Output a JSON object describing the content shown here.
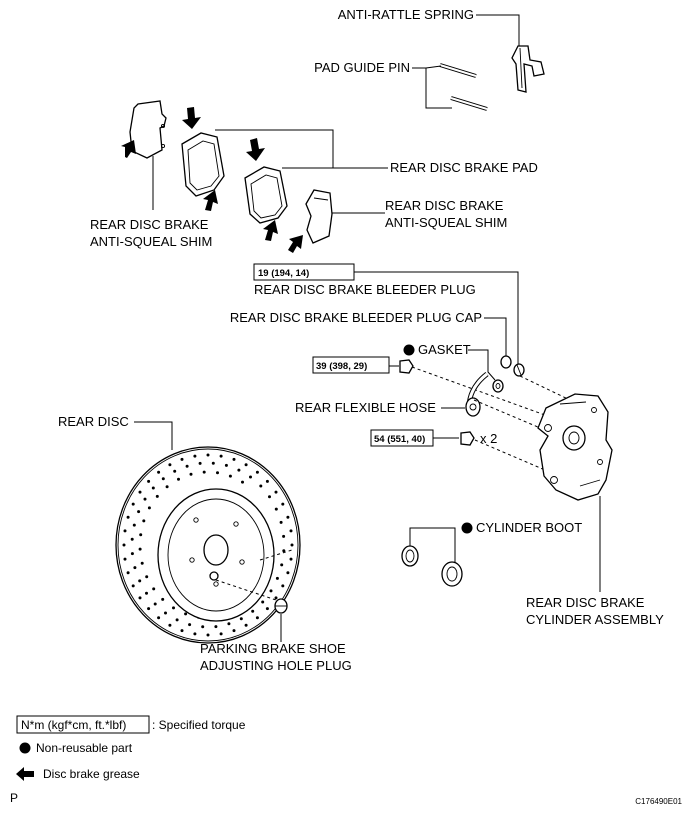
{
  "labels": {
    "anti_rattle_spring": "ANTI-RATTLE SPRING",
    "pad_guide_pin": "PAD GUIDE PIN",
    "rear_disc_brake_pad": "REAR DISC BRAKE PAD",
    "shim_left_line1": "REAR DISC BRAKE",
    "shim_left_line2": "ANTI-SQUEAL SHIM",
    "shim_right_line1": "REAR DISC BRAKE",
    "shim_right_line2": "ANTI-SQUEAL SHIM",
    "bleeder_plug": "REAR DISC BRAKE BLEEDER PLUG",
    "bleeder_plug_cap": "REAR DISC BRAKE BLEEDER PLUG CAP",
    "gasket": "GASKET",
    "rear_flexible_hose": "REAR FLEXIBLE HOSE",
    "rear_disc": "REAR DISC",
    "times_two": "x 2",
    "cylinder_boot": "CYLINDER BOOT",
    "cylinder_assembly_line1": "REAR DISC BRAKE",
    "cylinder_assembly_line2": "CYLINDER ASSEMBLY",
    "parking_plug_line1": "PARKING BRAKE SHOE",
    "parking_plug_line2": "ADJUSTING HOLE PLUG"
  },
  "torques": {
    "bleeder": "19 (194, 14)",
    "hose_bolt": "39 (398, 29)",
    "caliper_bolt": "54 (551, 40)"
  },
  "legend": {
    "torque_unit": "N*m (kgf*cm, ft.*lbf)",
    "torque_desc": ": Specified torque",
    "non_reusable": "Non-reusable part",
    "grease": "Disc brake grease"
  },
  "footer": {
    "page_mark": "P",
    "figure_code": "C176490E01"
  }
}
